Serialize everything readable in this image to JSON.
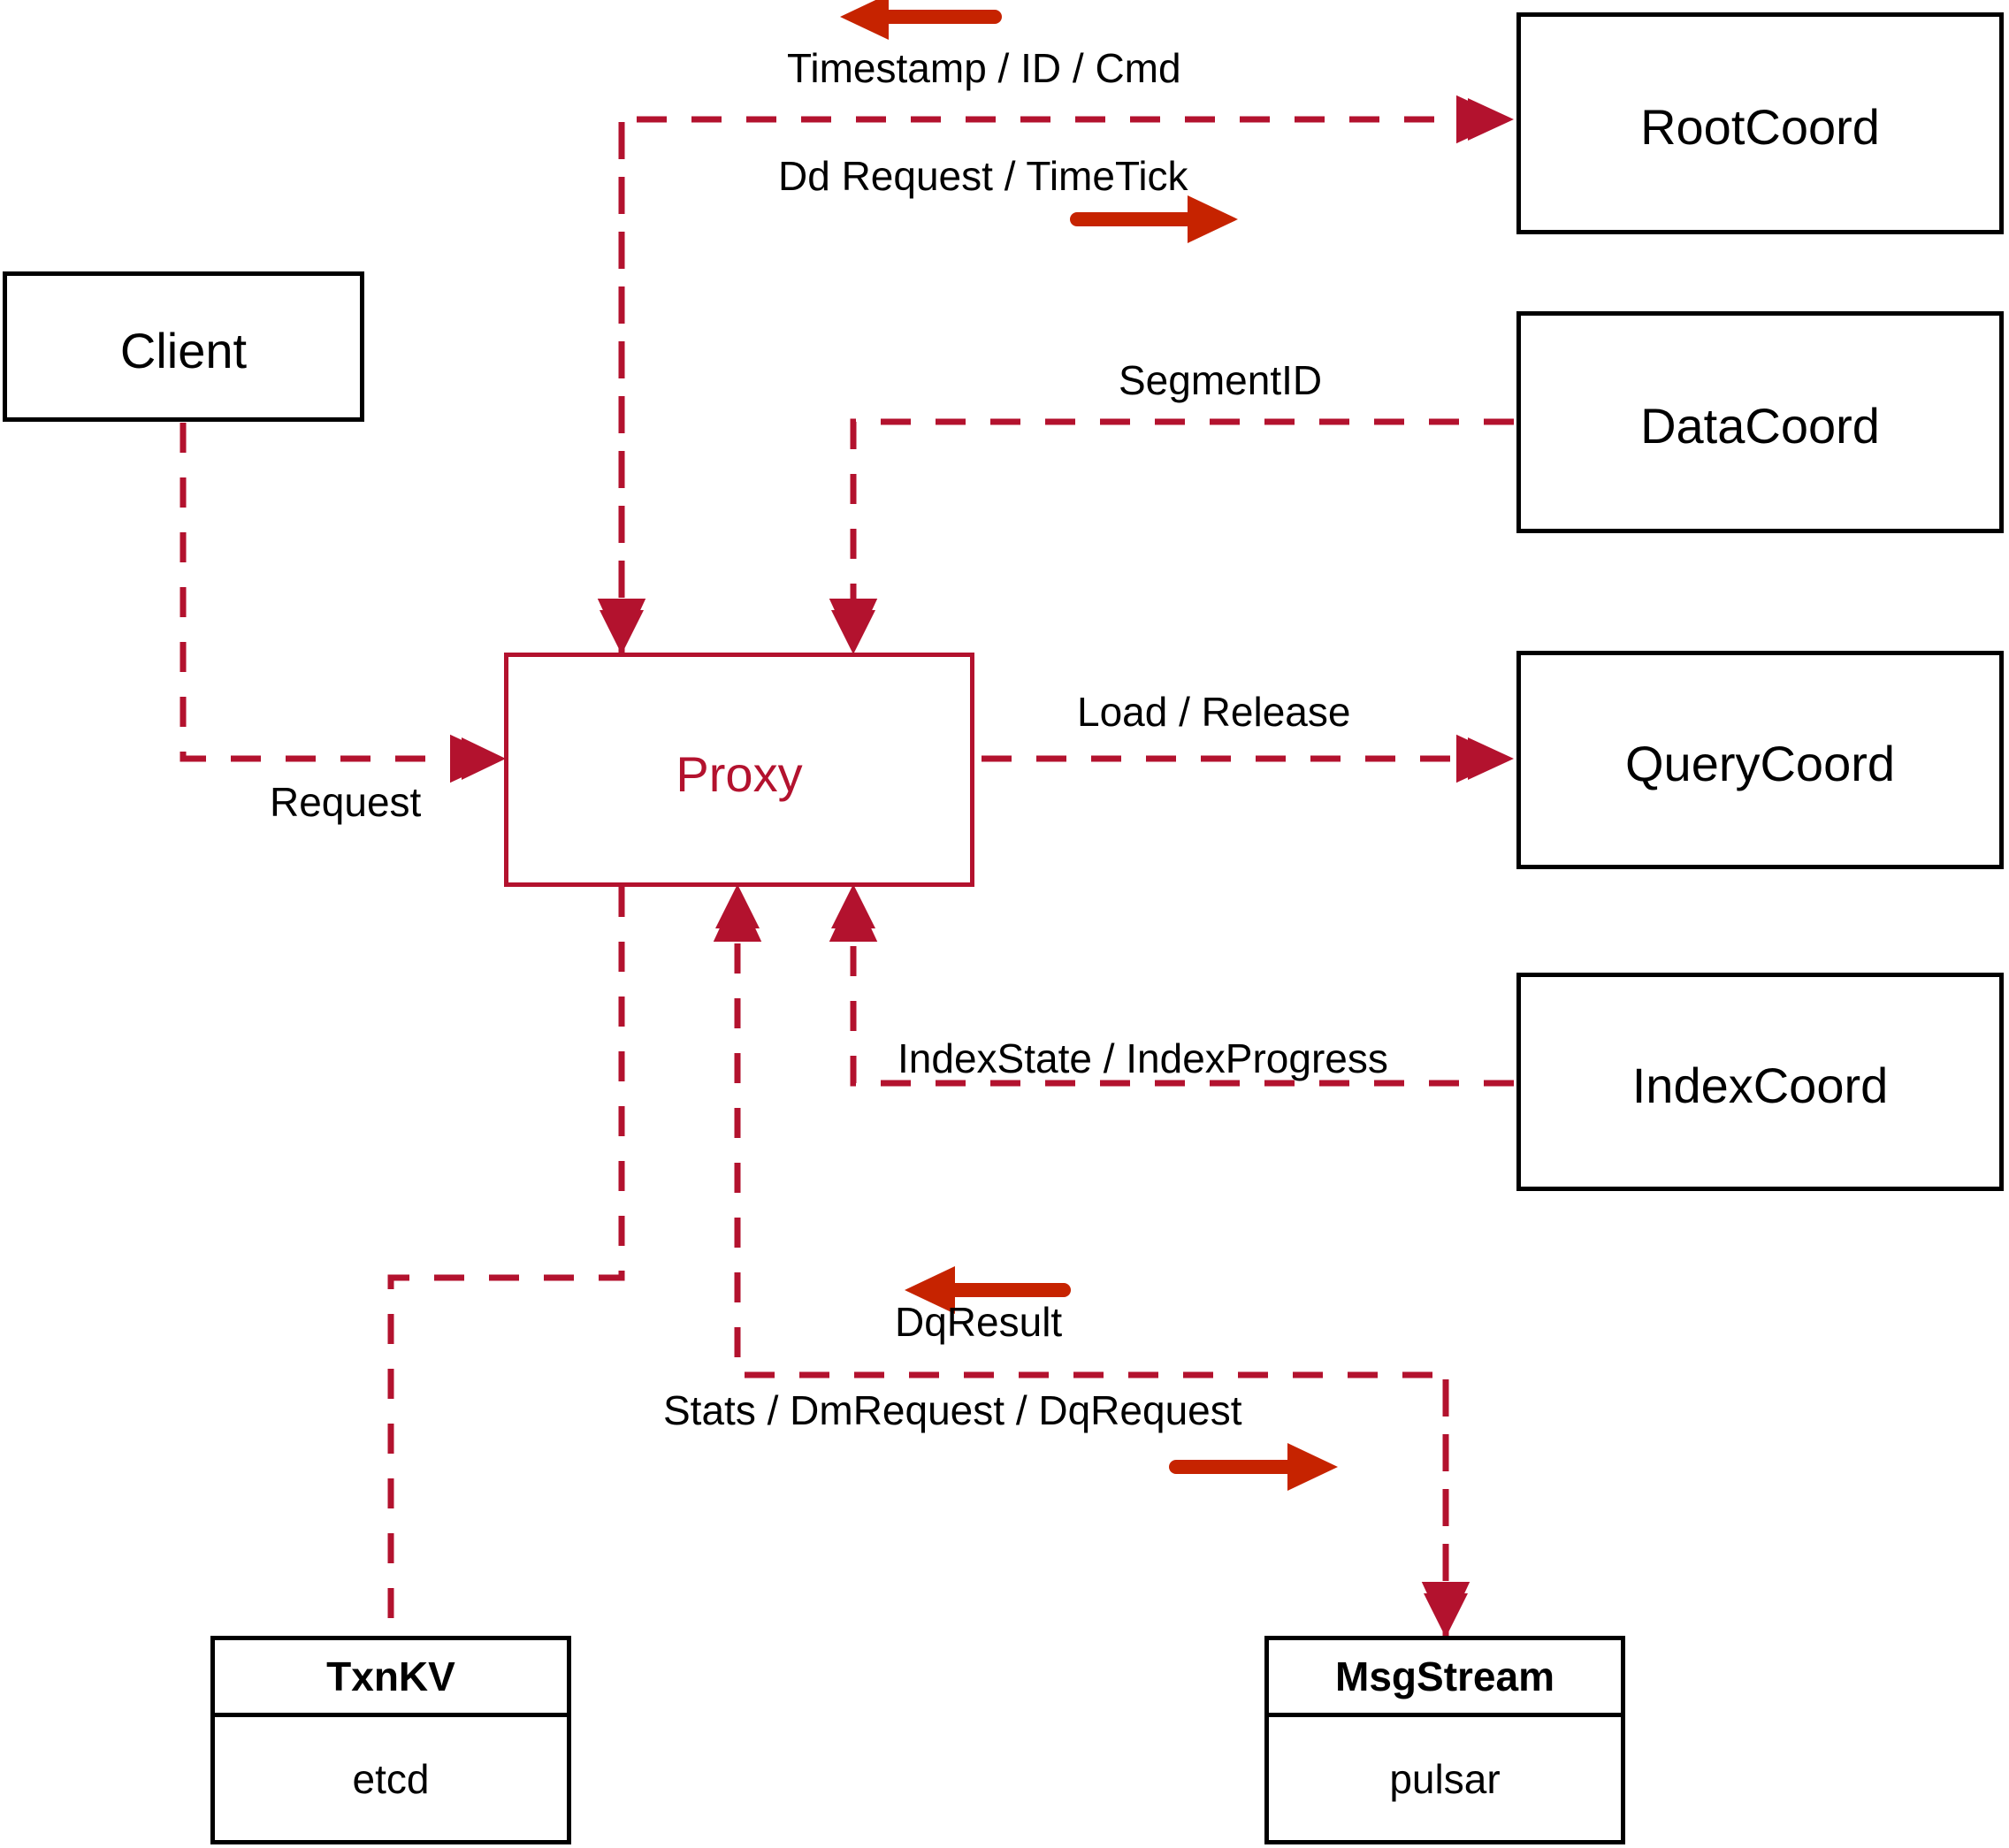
{
  "diagram": {
    "title": "Milvus Proxy Architecture",
    "colors": {
      "dashed_edge": "#B3122E",
      "solid_arrow": "#C62300",
      "node_border": "#000000",
      "proxy_border": "#B3122E",
      "proxy_text": "#B3122E",
      "background": "#FFFFFF"
    },
    "nodes": [
      {
        "id": "client",
        "label": "Client"
      },
      {
        "id": "proxy",
        "label": "Proxy"
      },
      {
        "id": "rootcoord",
        "label": "RootCoord"
      },
      {
        "id": "datacoord",
        "label": "DataCoord"
      },
      {
        "id": "querycoord",
        "label": "QueryCoord"
      },
      {
        "id": "indexcoord",
        "label": "IndexCoord"
      }
    ],
    "storage_nodes": [
      {
        "id": "txnkv",
        "title": "TxnKV",
        "impl": "etcd"
      },
      {
        "id": "msgstream",
        "title": "MsgStream",
        "impl": "pulsar"
      }
    ],
    "edge_labels": [
      {
        "id": "timestamp-id-cmd",
        "text": "Timestamp / ID / Cmd"
      },
      {
        "id": "dd-request-timetick",
        "text": "Dd Request / TimeTick"
      },
      {
        "id": "segmentid",
        "text": "SegmentID"
      },
      {
        "id": "request",
        "text": "Request"
      },
      {
        "id": "load-release",
        "text": "Load / Release"
      },
      {
        "id": "indexstate-progress",
        "text": "IndexState / IndexProgress"
      },
      {
        "id": "dqresult",
        "text": "DqResult"
      },
      {
        "id": "stats-dm-dq",
        "text": "Stats / DmRequest / DqRequest"
      }
    ]
  }
}
